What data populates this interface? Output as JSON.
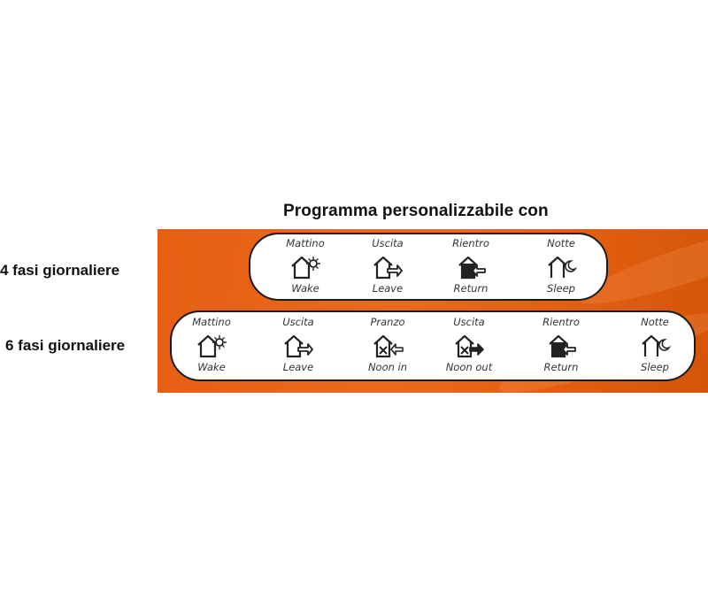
{
  "title": "Programma personalizzabile con",
  "programs": [
    {
      "label": "4 fasi giornaliere",
      "phases": [
        {
          "it": "Mattino",
          "en": "Wake",
          "icon": "house-sun-icon"
        },
        {
          "it": "Uscita",
          "en": "Leave",
          "icon": "house-arrow-out-icon"
        },
        {
          "it": "Rientro",
          "en": "Return",
          "icon": "house-arrow-in-icon"
        },
        {
          "it": "Notte",
          "en": "Sleep",
          "icon": "house-moon-icon"
        }
      ]
    },
    {
      "label": "6 fasi giornaliere",
      "phases": [
        {
          "it": "Mattino",
          "en": "Wake",
          "icon": "house-sun-icon"
        },
        {
          "it": "Uscita",
          "en": "Leave",
          "icon": "house-arrow-out-icon"
        },
        {
          "it": "Pranzo",
          "en": "Noon in",
          "icon": "house-cutlery-in-icon"
        },
        {
          "it": "Uscita",
          "en": "Noon out",
          "icon": "house-cutlery-out-icon"
        },
        {
          "it": "Rientro",
          "en": "Return",
          "icon": "house-arrow-in-icon"
        },
        {
          "it": "Notte",
          "en": "Sleep",
          "icon": "house-moon-icon"
        }
      ]
    }
  ],
  "colors": {
    "band": "#e8641a",
    "pill_border": "#1a1a1a",
    "pill_fill": "#ffffff"
  }
}
